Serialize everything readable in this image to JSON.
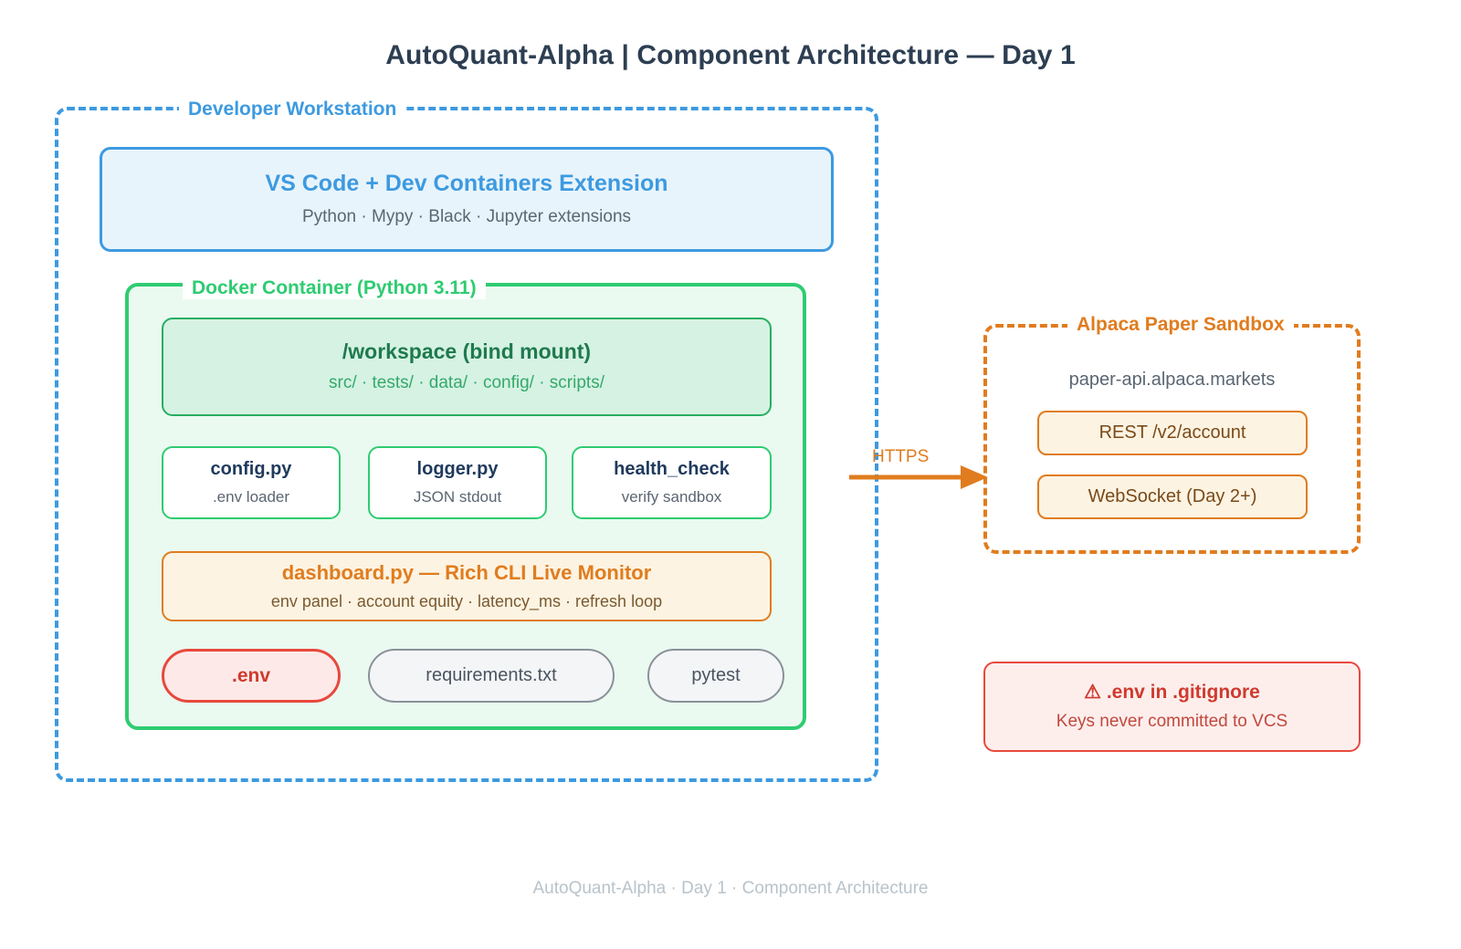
{
  "page": {
    "title": "AutoQuant-Alpha | Component Architecture — Day 1",
    "footer": "AutoQuant-Alpha · Day 1 · Component Architecture"
  },
  "colors": {
    "blue": "#3d9ae0",
    "green": "#2ecc71",
    "orange": "#e07c1e",
    "red": "#e8483c",
    "gray": "#8a9199",
    "navy": "#2d3e52"
  },
  "workstation": {
    "label": "Developer Workstation",
    "editor": {
      "title": "VS Code + Dev Containers Extension",
      "subtitle": "Python · Mypy · Black · Jupyter extensions"
    },
    "docker": {
      "label": "Docker Container (Python 3.11)",
      "workspace": {
        "title": "/workspace (bind mount)",
        "subtitle": "src/ · tests/ · data/ · config/ · scripts/"
      },
      "modules": [
        {
          "title": "config.py",
          "subtitle": ".env loader"
        },
        {
          "title": "logger.py",
          "subtitle": "JSON stdout"
        },
        {
          "title": "health_check",
          "subtitle": "verify sandbox"
        }
      ],
      "dashboard": {
        "title": "dashboard.py — Rich CLI Live Monitor",
        "subtitle": "env panel · account equity · latency_ms · refresh loop"
      },
      "files": [
        {
          "label": ".env"
        },
        {
          "label": "requirements.txt"
        },
        {
          "label": "pytest"
        }
      ]
    }
  },
  "connection": {
    "label": "HTTPS"
  },
  "sandbox": {
    "label": "Alpaca Paper Sandbox",
    "host": "paper-api.alpaca.markets",
    "endpoints": [
      {
        "label": "REST /v2/account"
      },
      {
        "label": "WebSocket (Day 2+)"
      }
    ]
  },
  "warning": {
    "icon": "⚠",
    "title": ".env in .gitignore",
    "subtitle": "Keys never committed to VCS"
  }
}
